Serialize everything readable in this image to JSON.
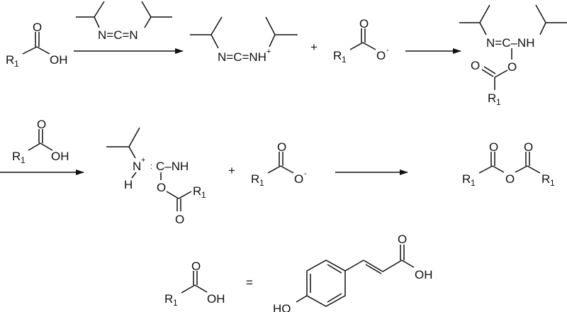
{
  "labels": {
    "R": "R",
    "one": "1",
    "O": "O",
    "OH": "OH",
    "HO": "HO",
    "H": "H",
    "minus": "-",
    "plus_charge": "+",
    "plus": "+",
    "equals": "=",
    "carbodiimide": "N=C=N",
    "protonated_carbodiimide": "N=C=NH",
    "isourea_core": "N=C–NH",
    "N": "N",
    "C_NH": "C–NH",
    "colon": ":"
  },
  "colors": {
    "ink": "#111111",
    "background": "#ffffff"
  }
}
